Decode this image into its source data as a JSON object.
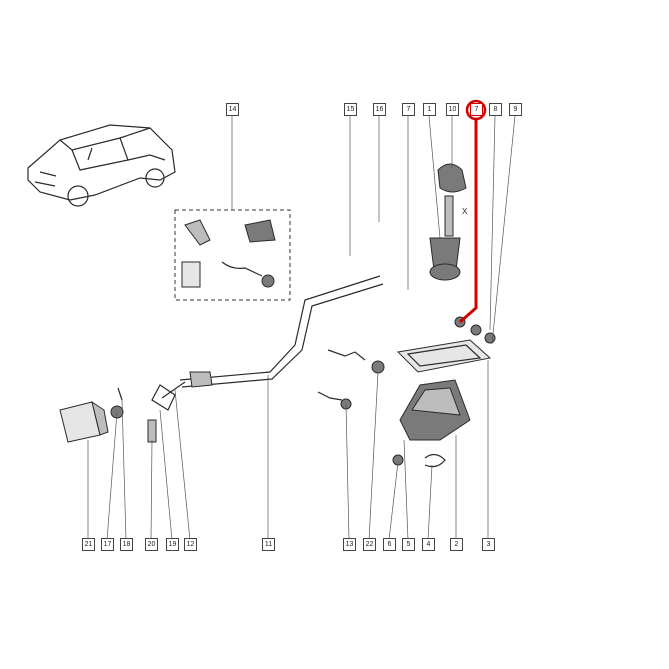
{
  "diagram": {
    "accent_color": "#d40000",
    "highlighted_part": "7",
    "callouts_top": [
      "14",
      "15",
      "16",
      "7",
      "1",
      "10",
      "7",
      "8",
      "9"
    ],
    "callouts_bottom": [
      "21",
      "17",
      "18",
      "20",
      "19",
      "12",
      "11",
      "13",
      "22",
      "6",
      "5",
      "4",
      "2",
      "3"
    ],
    "kit_icon": "gear-shift-kit",
    "car_icon": "hatchback-car"
  }
}
